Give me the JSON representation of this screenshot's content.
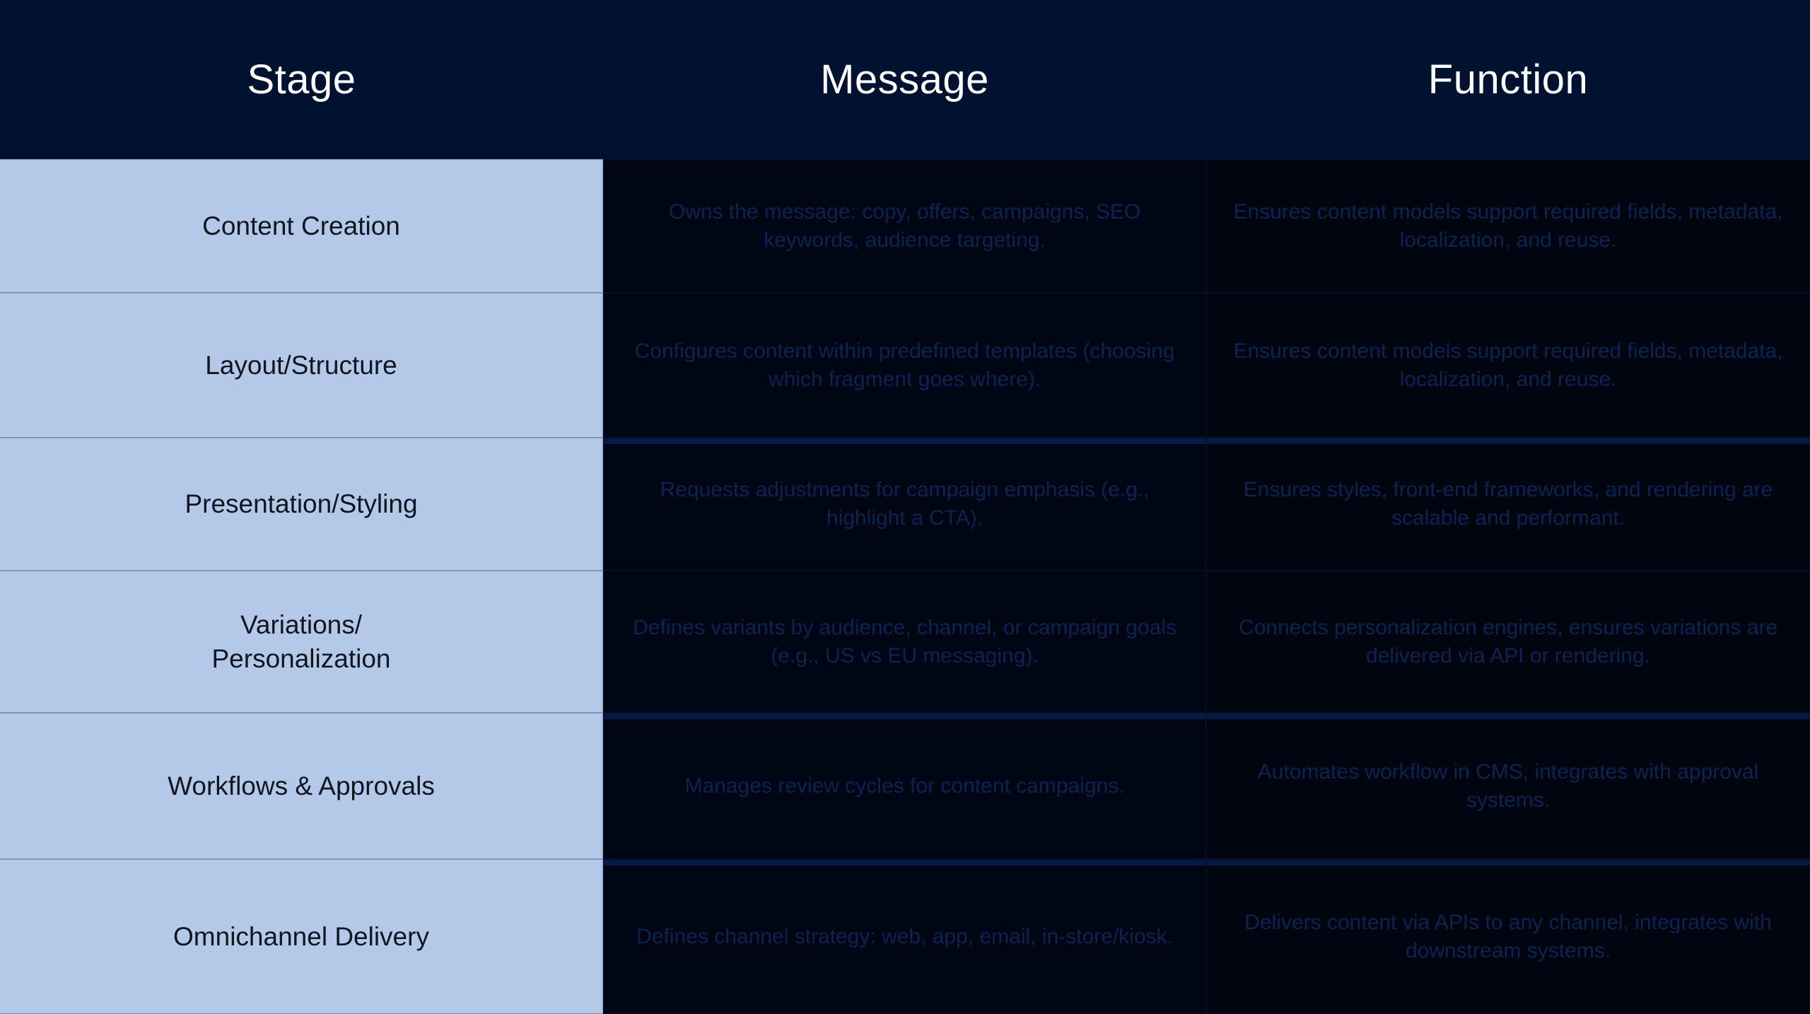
{
  "table": {
    "columns": [
      {
        "key": "stage",
        "label": "Stage"
      },
      {
        "key": "message",
        "label": "Message"
      },
      {
        "key": "function",
        "label": "Function"
      }
    ],
    "rows": [
      {
        "stage": "Content Creation",
        "message": "Owns the message: copy, offers, campaigns, SEO keywords, audience targeting.",
        "function": "Ensures content models support required fields, metadata, localization, and reuse."
      },
      {
        "stage": "Layout/Structure",
        "message": "Configures content within predefined templates (choosing which fragment goes where).",
        "function": "Ensures content models support required fields, metadata, localization, and reuse."
      },
      {
        "stage": "Presentation/Styling",
        "message": "Requests adjustments for campaign emphasis (e.g., highlight a CTA).",
        "function": "Ensures styles, front-end frameworks, and rendering are scalable and performant."
      },
      {
        "stage": "Variations/\nPersonalization",
        "message": "Defines variants by audience, channel, or campaign goals (e.g., US vs EU messaging).",
        "function": "Connects personalization engines, ensures variations are delivered via API or rendering."
      },
      {
        "stage": "Workflows & Approvals",
        "message": "Manages review cycles for content campaigns.",
        "function": "Automates workflow in CMS, integrates with approval systems."
      },
      {
        "stage": "Omnichannel Delivery",
        "message": "Defines channel strategy: web, app, email, in-store/kiosk.",
        "function": "Delivers content via APIs to any channel, integrates with downstream systems."
      }
    ]
  },
  "colors": {
    "background": "#00122f",
    "stage_cell": "#b4c8e8",
    "header_text": "#ffffff",
    "body_text": "#0c2352",
    "cell_background": "#000613"
  }
}
